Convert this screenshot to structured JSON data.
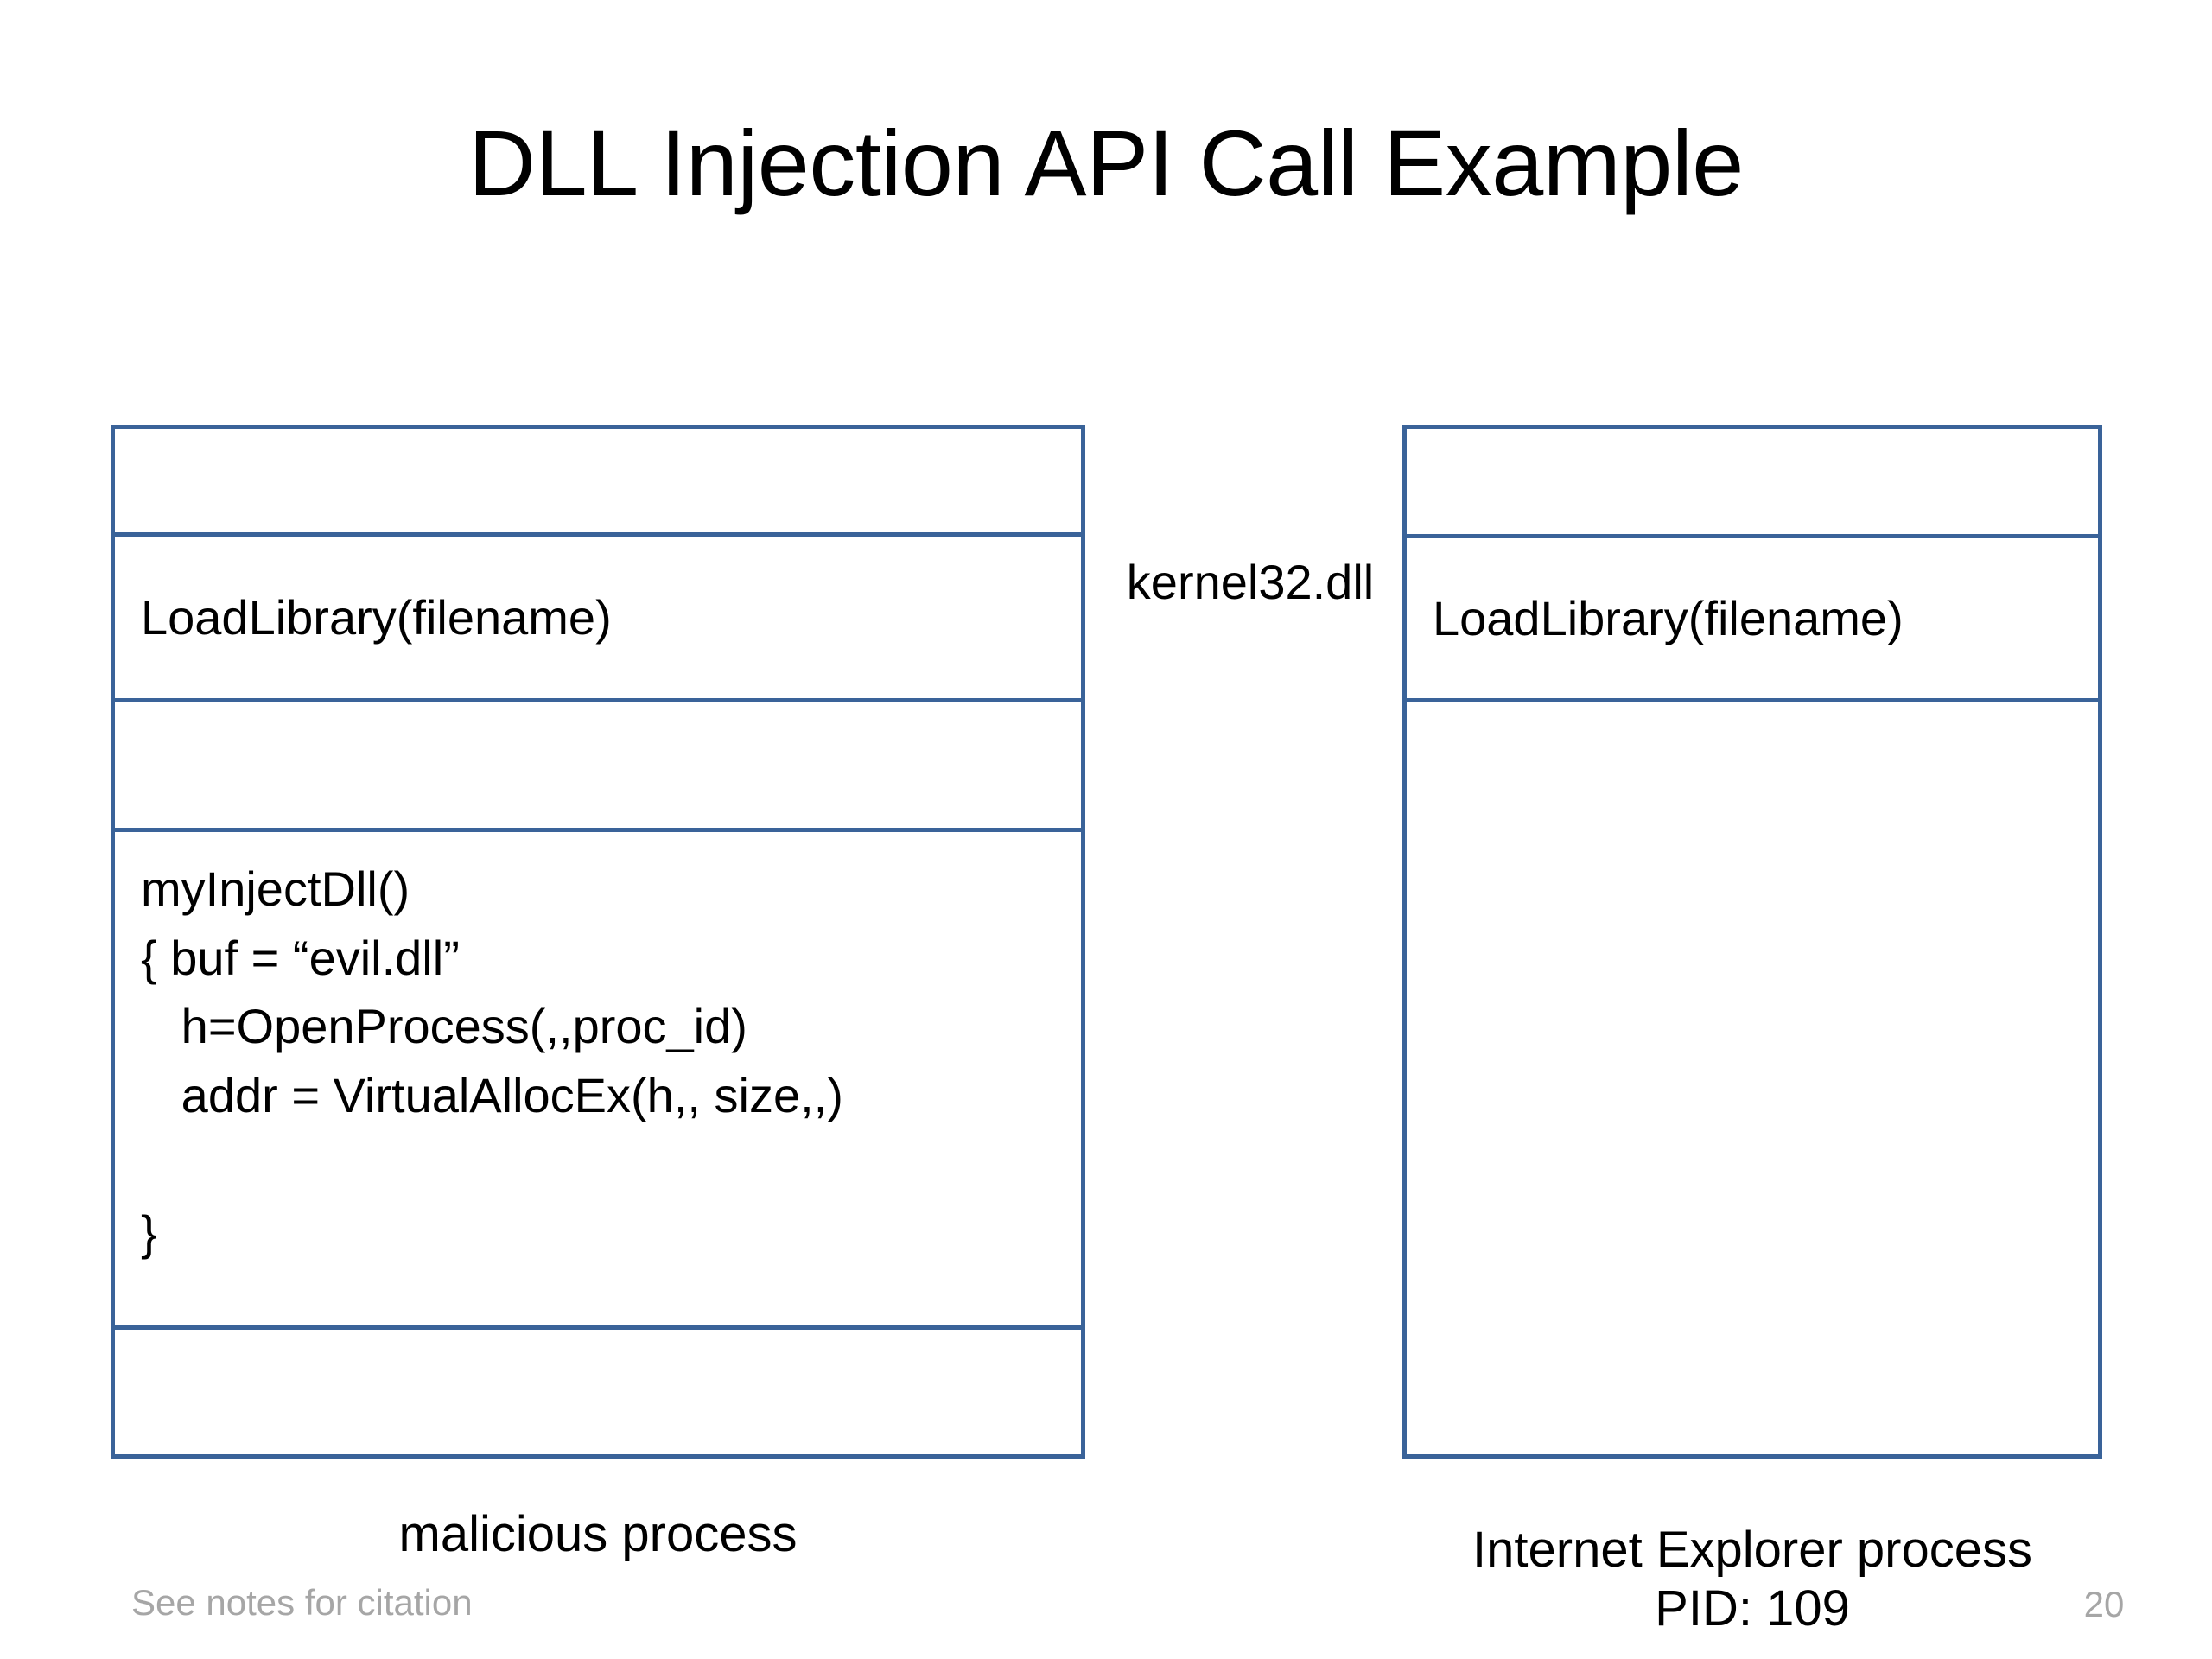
{
  "slide": {
    "title": "DLL Injection API Call Example",
    "slide_number": "20",
    "citation_note": "See notes for citation",
    "colors": {
      "box_border": "#3a6399",
      "text": "#000000",
      "muted_text": "#a6a6a6",
      "background": "#ffffff"
    }
  },
  "middle": {
    "kernel32_label": "kernel32.dll"
  },
  "malicious_process": {
    "caption": "malicious process",
    "rows": [
      {
        "text": ""
      },
      {
        "text": "LoadLibrary(filename)"
      },
      {
        "text": ""
      },
      {
        "text": "myInjectDll()\n{ buf = “evil.dll”\n   h=OpenProcess(,,proc_id)\n   addr = VirtualAllocEx(h,, size,,)\n\n}"
      },
      {
        "text": ""
      }
    ]
  },
  "ie_process": {
    "caption_line1": "Internet Explorer process",
    "caption_line2": "PID: 109",
    "rows": [
      {
        "text": ""
      },
      {
        "text": "LoadLibrary(filename)"
      },
      {
        "text": ""
      }
    ]
  }
}
